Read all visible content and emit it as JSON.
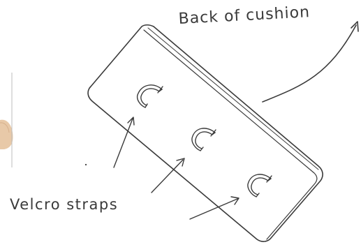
{
  "labels": {
    "back_of_cushion": "Back of cushion",
    "velcro_straps": "Velcro straps"
  },
  "colors": {
    "ink": "#3a3a3a",
    "paper": "#ffffff",
    "skin": "#e8c9a8"
  },
  "diagram": {
    "subject": "cushion-back",
    "strap_count": 3
  }
}
